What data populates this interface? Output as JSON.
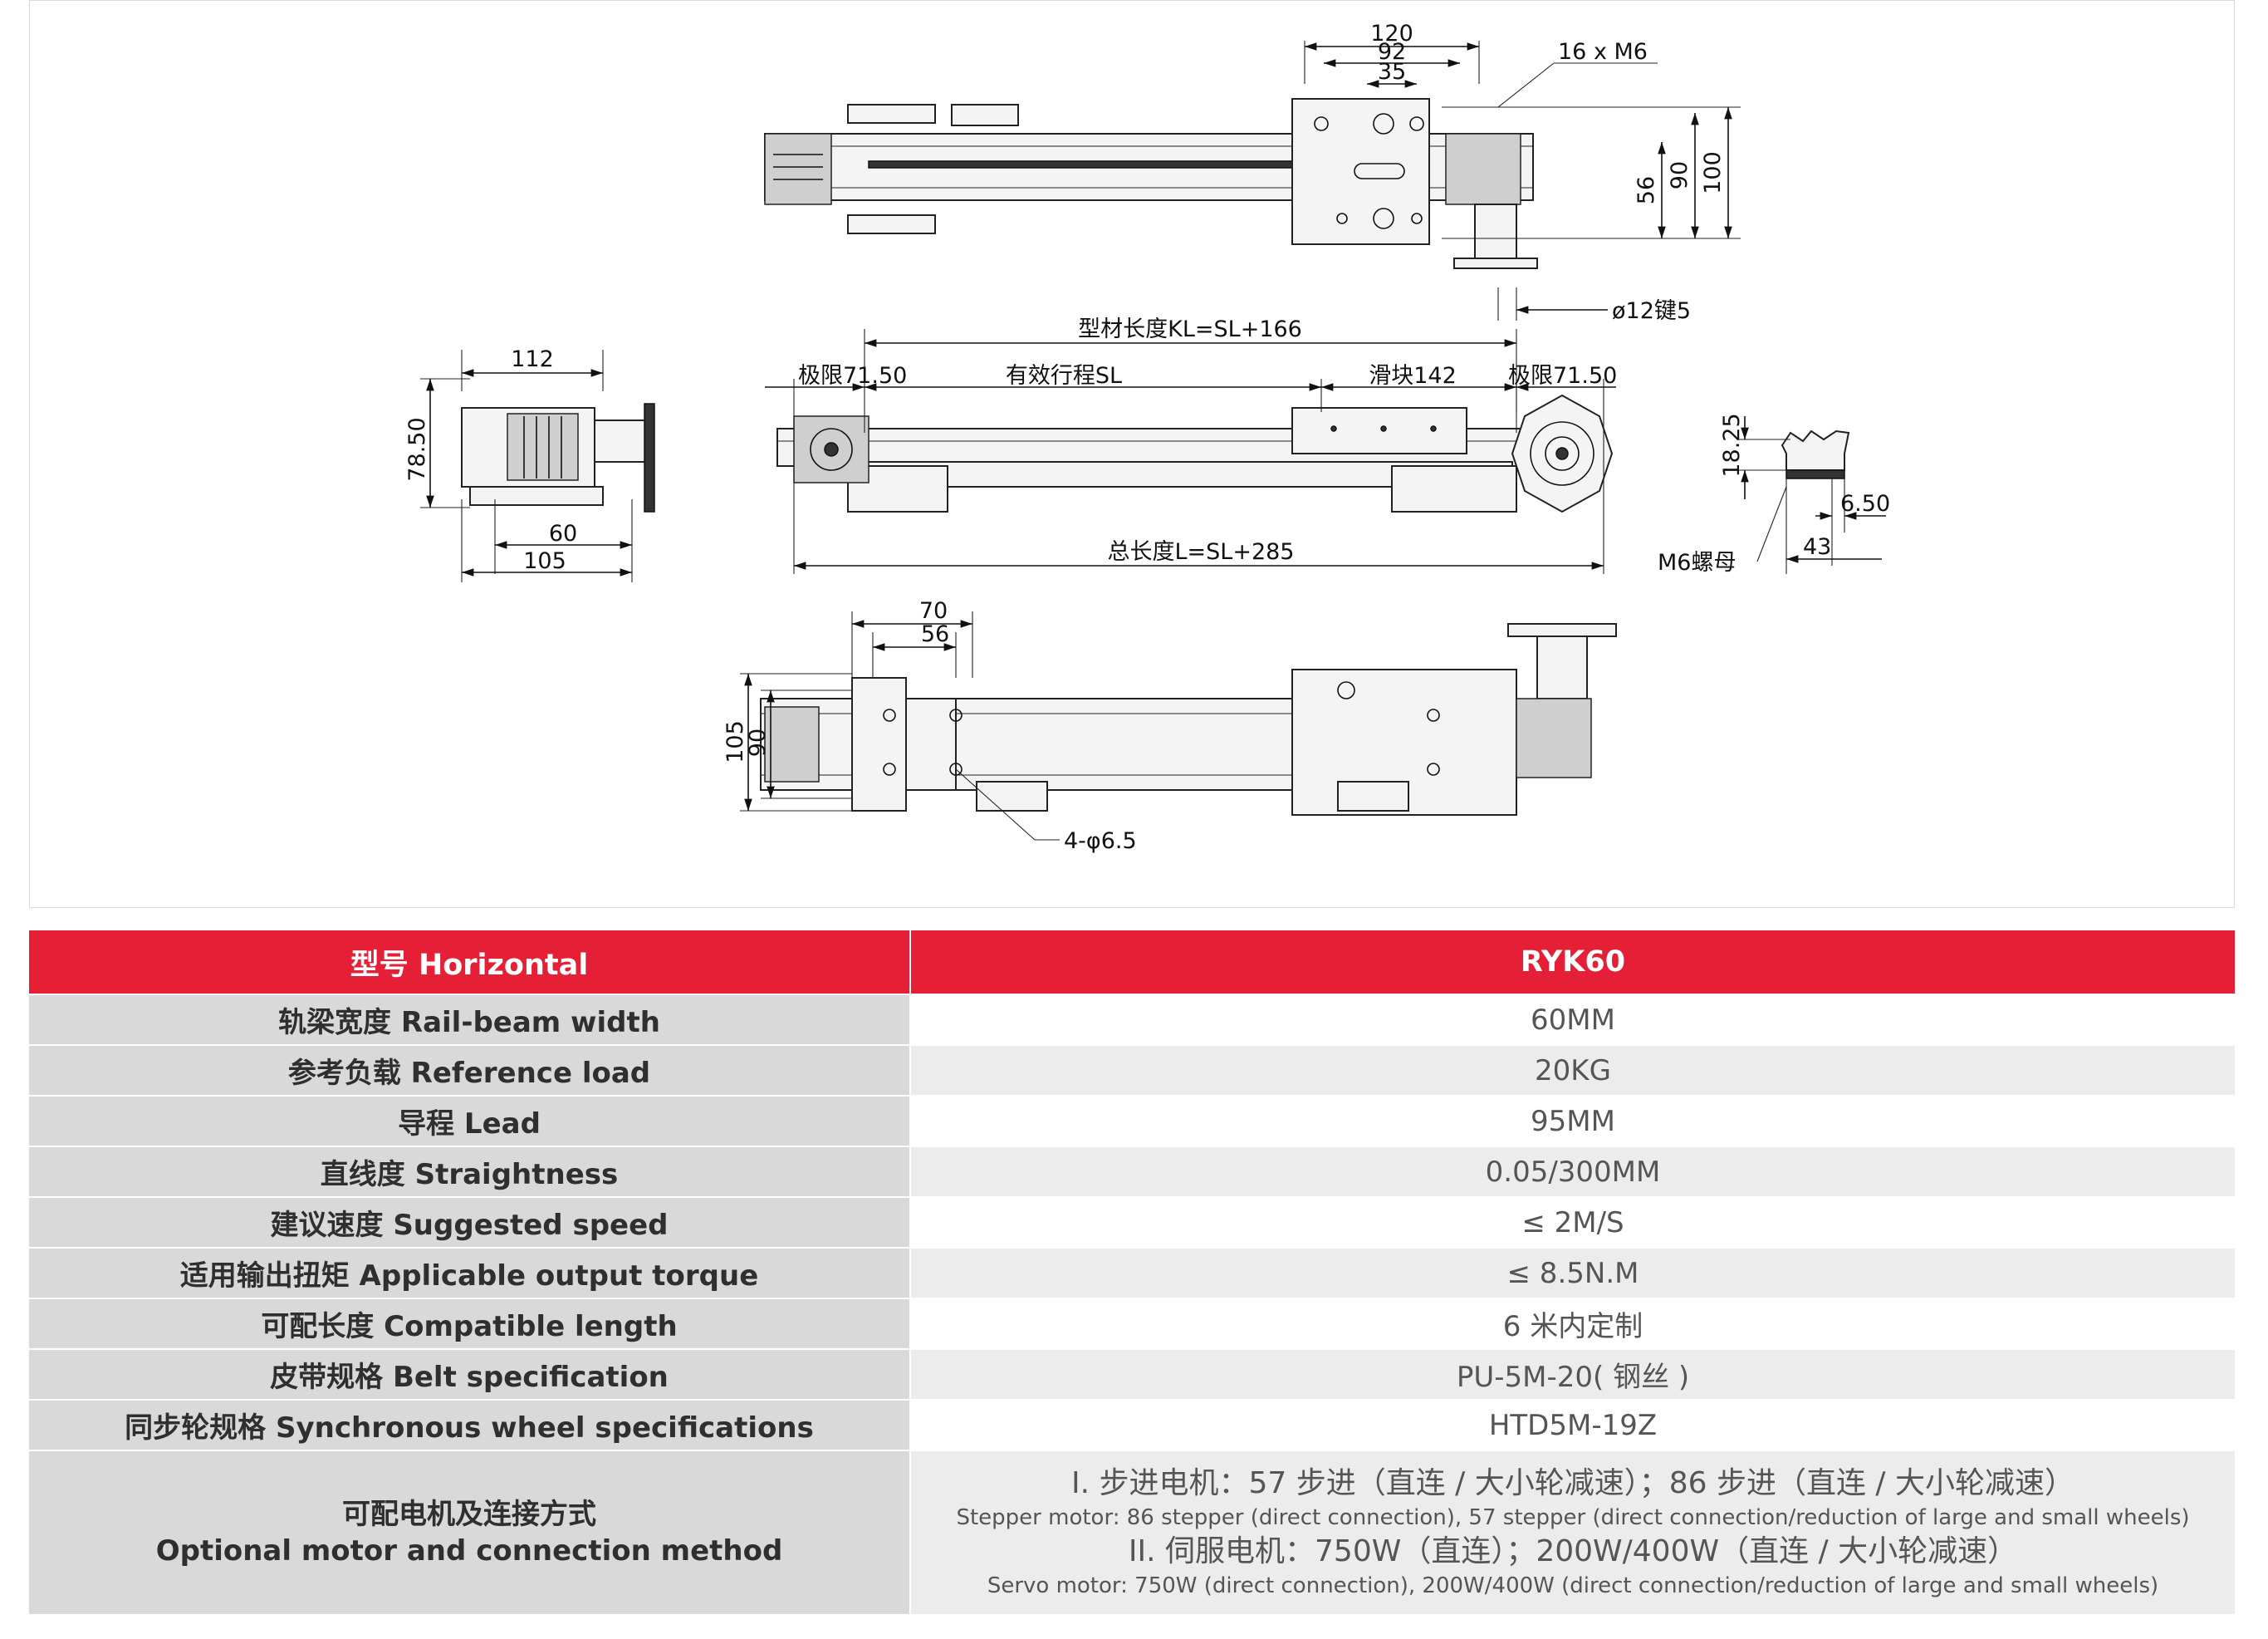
{
  "drawing": {
    "top_view": {
      "dim_120": "120",
      "dim_92": "92",
      "dim_35": "35",
      "dim_holes": "16 x  M6",
      "dim_56": "56",
      "dim_90": "90",
      "dim_100": "100",
      "dim_shaft": "ø12键5"
    },
    "side_view": {
      "dim_profile_length": "型材长度KL=SL+166",
      "dim_limit_left": "极限71.50",
      "dim_stroke": "有效行程SL",
      "dim_slider": "滑块142",
      "dim_limit_right": "极限71.50",
      "dim_total_length": "总长度L=SL+285"
    },
    "end_view": {
      "dim_112": "112",
      "dim_78": "78.50",
      "dim_60": "60",
      "dim_105": "105"
    },
    "profile_section": {
      "dim_18": "18.25",
      "dim_6": "6.50",
      "dim_43": "43",
      "dim_nut": "M6螺母"
    },
    "bottom_view": {
      "dim_70": "70",
      "dim_56": "56",
      "dim_105": "105",
      "dim_90": "90",
      "dim_holes": "4-φ6.5"
    }
  },
  "table": {
    "header": {
      "label": "型号 Horizontal",
      "value": "RYK60"
    },
    "rows": [
      {
        "label": "轨梁宽度 Rail-beam width",
        "value": "60MM"
      },
      {
        "label": "参考负载 Reference load",
        "value": "20KG"
      },
      {
        "label": "导程 Lead",
        "value": "95MM"
      },
      {
        "label": "直线度 Straightness",
        "value": "0.05/300MM"
      },
      {
        "label": "建议速度 Suggested speed",
        "value": "≤ 2M/S"
      },
      {
        "label": "适用输出扭矩 Applicable output torque",
        "value": "≤ 8.5N.M"
      },
      {
        "label": "可配长度 Compatible length",
        "value": "6 米内定制"
      },
      {
        "label": "皮带规格 Belt specification",
        "value": "PU-5M-20( 钢丝 )"
      },
      {
        "label": "同步轮规格 Synchronous wheel specifications",
        "value": "HTD5M-19Z"
      }
    ],
    "motor": {
      "label_cn": "可配电机及连接方式",
      "label_en": "Optional motor and connection method",
      "line1_cn": "I. 步进电机：57 步进（直连 / 大小轮减速）；86 步进（直连 / 大小轮减速）",
      "line1_en": "Stepper motor: 86 stepper (direct connection), 57 stepper (direct connection/reduction of large and small wheels)",
      "line2_cn": "II. 伺服电机：750W（直连）；200W/400W（直连 / 大小轮减速）",
      "line2_en": "Servo motor: 750W (direct connection), 200W/400W (direct connection/reduction of large and small wheels)"
    }
  }
}
